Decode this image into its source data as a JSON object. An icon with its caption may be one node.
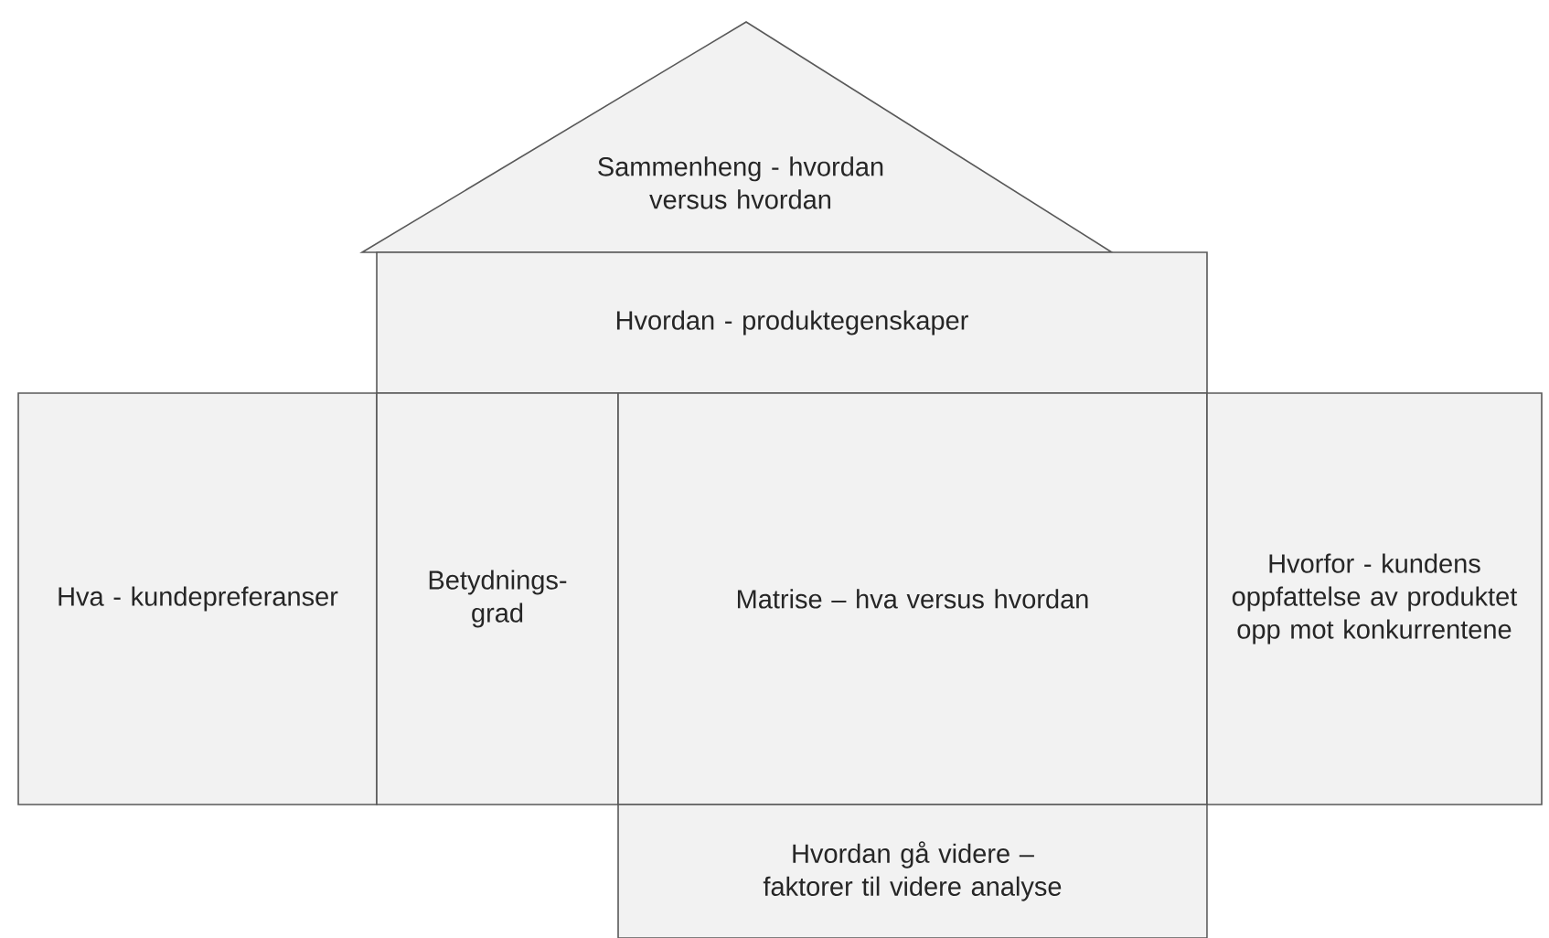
{
  "diagram": {
    "nodes": [
      {
        "text": [
          "Sammenheng - hvordan versus hvordan"
        ]
      },
      {
        "text": [
          "Hvordan - produktegenskaper"
        ]
      },
      {
        "text": [
          "Hva - kundepreferanser"
        ]
      },
      {
        "text": [
          "Betydnings- grad"
        ]
      },
      {
        "text": [
          "Matrise – hva versus hvordan"
        ]
      },
      {
        "text": [
          "Hvorfor - kundens oppfattelse av produktet opp mot konkurrentene"
        ]
      },
      {
        "text": [
          "Hvordan gå videre – faktorer til videre analyse"
        ]
      }
    ]
  }
}
